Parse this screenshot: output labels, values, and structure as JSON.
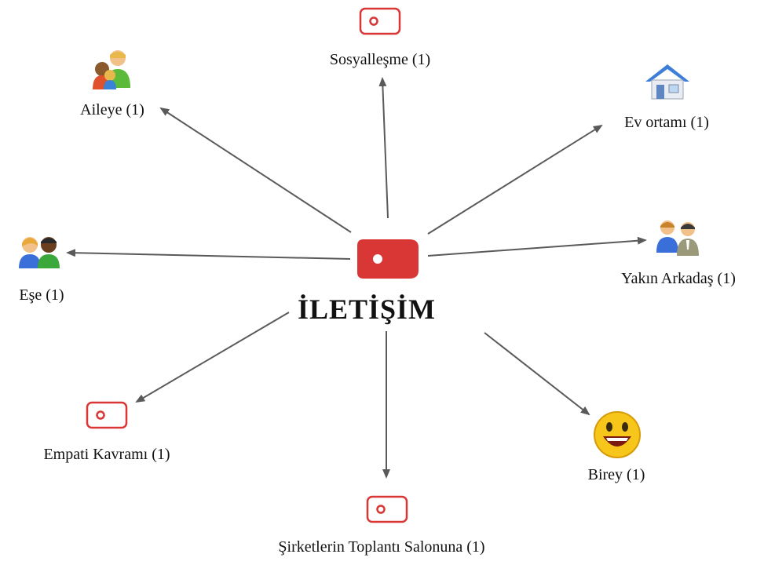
{
  "center": {
    "title": "İLETİŞİM",
    "icon": "tag-icon",
    "color": "#d93636"
  },
  "nodes": [
    {
      "id": "sosyallesme",
      "label": "Sosyalleşme (1)",
      "icon": "tag-icon"
    },
    {
      "id": "aileye",
      "label": "Aileye (1)",
      "icon": "family-icon"
    },
    {
      "id": "ev-ortami",
      "label": "Ev ortamı (1)",
      "icon": "home-icon"
    },
    {
      "id": "ese",
      "label": "Eşe (1)",
      "icon": "couple-icon"
    },
    {
      "id": "yakin-arkadas",
      "label": "Yakın Arkadaş (1)",
      "icon": "friends-icon"
    },
    {
      "id": "empati-kavrami",
      "label": "Empati Kavramı (1)",
      "icon": "tag-icon"
    },
    {
      "id": "birey",
      "label": "Birey (1)",
      "icon": "smiley-icon"
    },
    {
      "id": "sirketlerin",
      "label": "Şirketlerin Toplantı Salonuna (1)",
      "icon": "tag-icon"
    }
  ],
  "colors": {
    "arrow": "#5a5a5a",
    "tag": "#d93636"
  }
}
